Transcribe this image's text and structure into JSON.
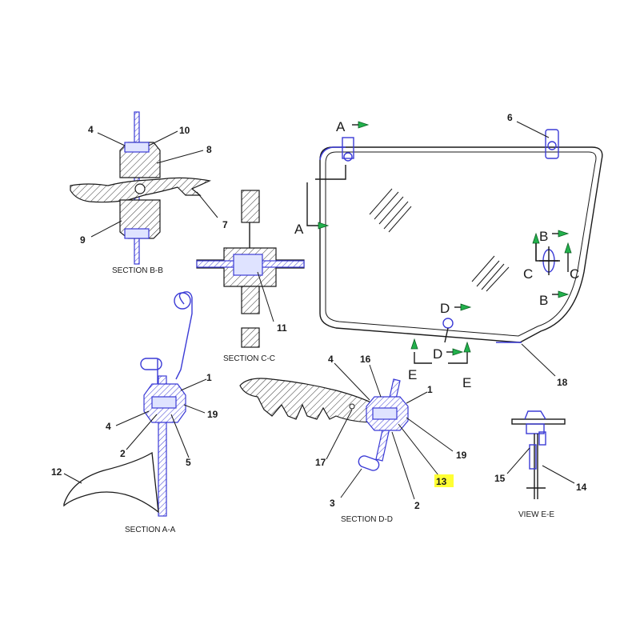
{
  "callouts": {
    "n1": "1",
    "n2": "2",
    "n3": "3",
    "n4": "4",
    "n5": "5",
    "n6": "6",
    "n7": "7",
    "n8": "8",
    "n9": "9",
    "n10": "10",
    "n11": "11",
    "n12": "12",
    "n13": "13",
    "n14": "14",
    "n15": "15",
    "n16": "16",
    "n17": "17",
    "n18": "18",
    "n19": "19"
  },
  "captions": {
    "section_bb": "SECTION B-B",
    "section_cc": "SECTION C-C",
    "section_aa": "SECTION A-A",
    "section_dd": "SECTION D-D",
    "view_ee": "VIEW E-E"
  },
  "section_letters": {
    "a": "A",
    "b": "B",
    "c": "C",
    "d": "D",
    "e": "E"
  },
  "highlight_color": "#ffff33",
  "arrow_color": "#22b14c",
  "part_color": "#3b3bd6"
}
